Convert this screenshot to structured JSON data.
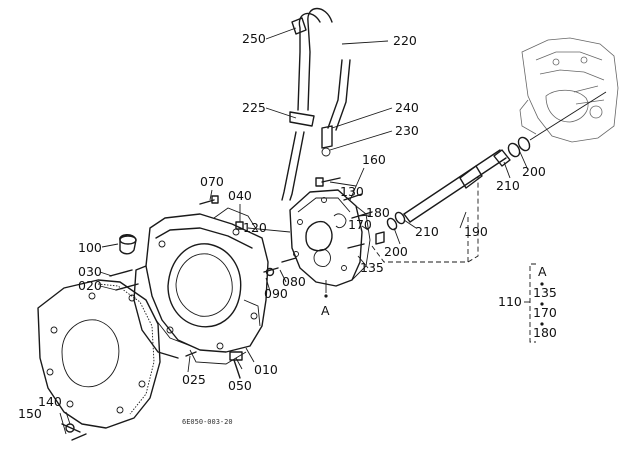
{
  "diagram": {
    "drawing_code": "6E050-003-20",
    "part_numbers": {
      "p010": "010",
      "p020": "020",
      "p025": "025",
      "p030": "030",
      "p040": "040",
      "p050": "050",
      "p070": "070",
      "p080": "080",
      "p090": "090",
      "p100": "100",
      "p110": "110",
      "p120": "120",
      "p130": "130",
      "p135": "135",
      "p140": "140",
      "p150": "150",
      "p160": "160",
      "p170": "170",
      "p180": "180",
      "p190": "190",
      "p200a": "200",
      "p200b": "200",
      "p210a": "210",
      "p210b": "210",
      "p220": "220",
      "p225": "225",
      "p230": "230",
      "p240": "240",
      "p250": "250"
    },
    "ref_marker": "A",
    "group_110": {
      "ref": "A",
      "items": [
        "135",
        "170",
        "180"
      ]
    }
  }
}
